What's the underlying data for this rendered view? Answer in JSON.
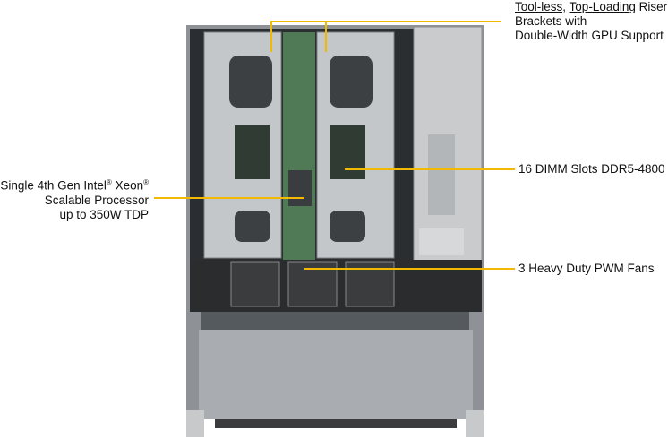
{
  "callouts": {
    "riser": {
      "part1": "Tool-less,",
      "part2": "Top-Loading",
      "part3": "Riser",
      "line2": "Brackets with",
      "line3": "Double-Width GPU Support"
    },
    "cpu": {
      "line1a": "Single 4th Gen Intel",
      "reg": "®",
      "line1b": " Xeon",
      "line2": "Scalable Processor",
      "line3": "up to 350W TDP"
    },
    "dimm": {
      "text": "16 DIMM Slots DDR5-4800"
    },
    "fans": {
      "text": "3 Heavy Duty PWM Fans"
    }
  },
  "colors": {
    "callout_line": "#f2b900",
    "chassis": "#b9bcbf"
  }
}
